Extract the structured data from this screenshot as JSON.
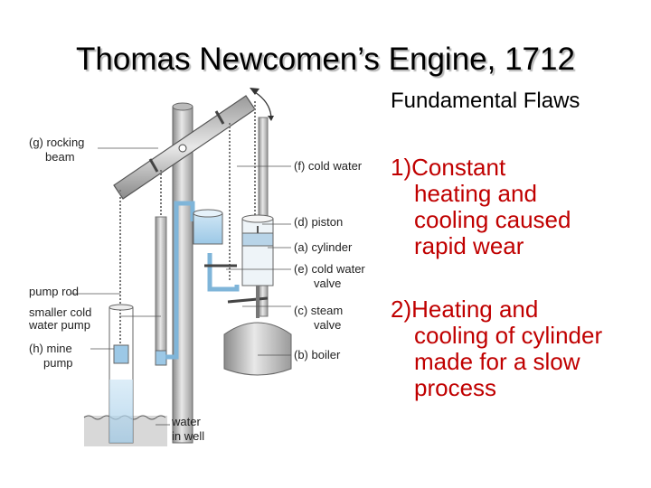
{
  "slide": {
    "title": "Thomas Newcomen’s Engine, 1712",
    "subtitle": "Fundamental Flaws",
    "flaws": [
      {
        "lines": [
          "1)Constant",
          "heating and",
          "cooling caused",
          "rapid wear"
        ]
      },
      {
        "lines": [
          "2)Heating and",
          "cooling of cylinder",
          "made for a slow",
          "process"
        ]
      }
    ]
  },
  "diagram": {
    "labels": {
      "rocking_beam_1": "(g) rocking",
      "rocking_beam_2": "beam",
      "cold_water": "(f) cold water",
      "piston": "(d) piston",
      "cylinder": "(a) cylinder",
      "cold_water_valve_1": "(e) cold water",
      "cold_water_valve_2": "valve",
      "pump_rod": "pump rod",
      "smaller_pump_1": "smaller cold",
      "smaller_pump_2": "water pump",
      "steam_valve_1": "(c) steam",
      "steam_valve_2": "valve",
      "mine_pump_1": "(h) mine",
      "mine_pump_2": "pump",
      "boiler": "(b) boiler",
      "water_in_well_1": "water",
      "water_in_well_2": "in well"
    }
  }
}
